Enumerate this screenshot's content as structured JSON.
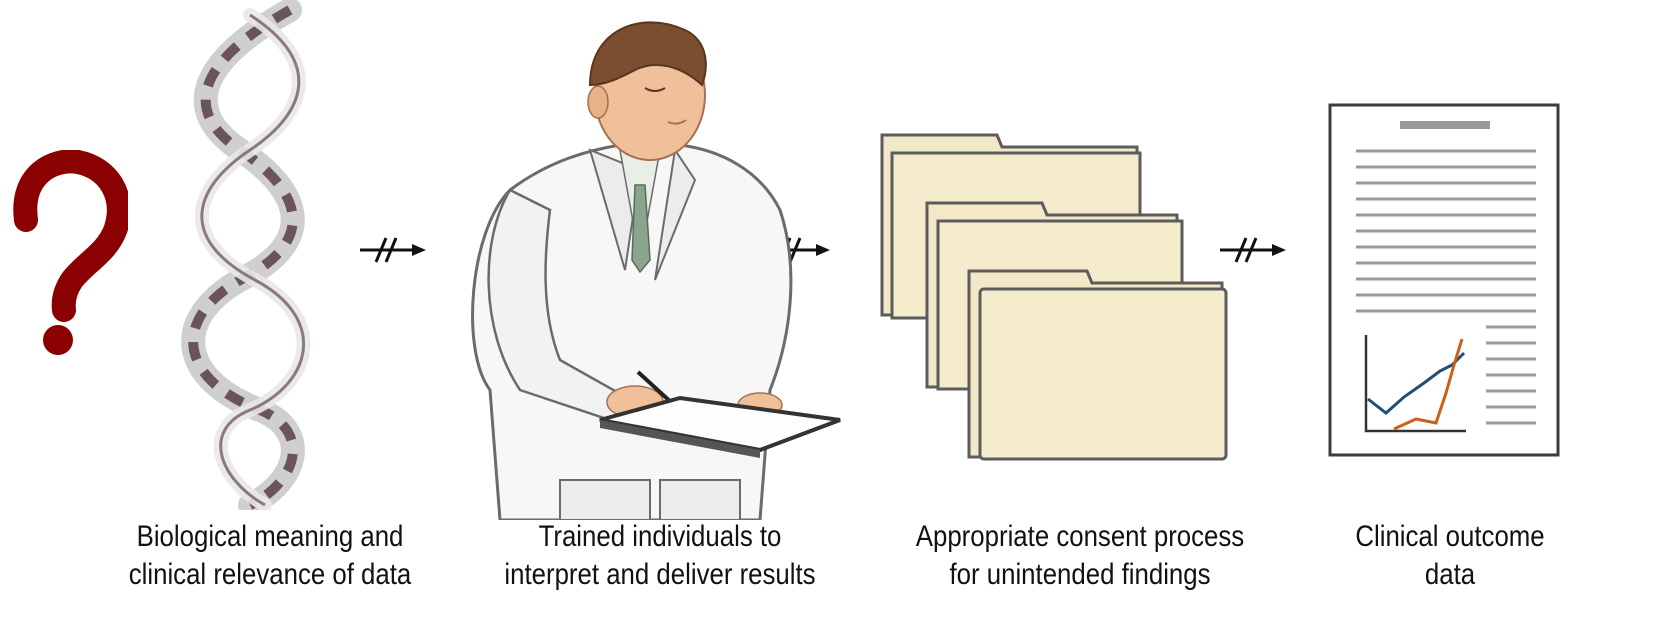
{
  "steps": [
    {
      "icon": "dna-helix-icon",
      "lines": [
        "Biological meaning and",
        "clinical relevance of data"
      ]
    },
    {
      "icon": "clinician-icon",
      "lines": [
        "Trained individuals to",
        "interpret and deliver results"
      ]
    },
    {
      "icon": "folders-icon",
      "lines": [
        "Appropriate consent process",
        "for unintended findings"
      ]
    },
    {
      "icon": "report-chart-icon",
      "lines": [
        "Clinical outcome",
        "data"
      ]
    }
  ],
  "marker": {
    "icon": "question-mark-icon",
    "symbol": "?",
    "color": "#8b0000"
  },
  "connector": {
    "icon": "blocked-arrow-icon",
    "count": 3
  },
  "colors": {
    "folder": "#f3e9c8",
    "helix_dark": "#6a5458",
    "line_blue": "#1f4e79",
    "line_orange": "#c8621a"
  }
}
